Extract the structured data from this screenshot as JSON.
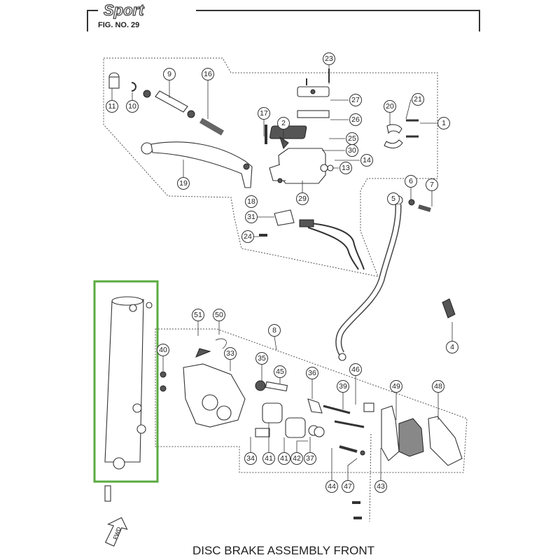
{
  "header": {
    "brand_logo": "Sport",
    "figure_number": "FIG. NO. 29"
  },
  "title": "DISC BRAKE ASSEMBLY FRONT",
  "direction_marker": "FWD",
  "highlight_color": "#5aab3f",
  "callouts": [
    "23",
    "27",
    "26",
    "25",
    "30",
    "13",
    "14",
    "20",
    "21",
    "1",
    "17",
    "2",
    "9",
    "16",
    "11",
    "10",
    "19",
    "29",
    "18",
    "31",
    "24",
    "5",
    "6",
    "7",
    "4",
    "8",
    "51",
    "50",
    "40",
    "33",
    "35",
    "45",
    "36",
    "39",
    "46",
    "49",
    "48",
    "34",
    "41",
    "41",
    "42",
    "37",
    "44",
    "47",
    "43"
  ]
}
